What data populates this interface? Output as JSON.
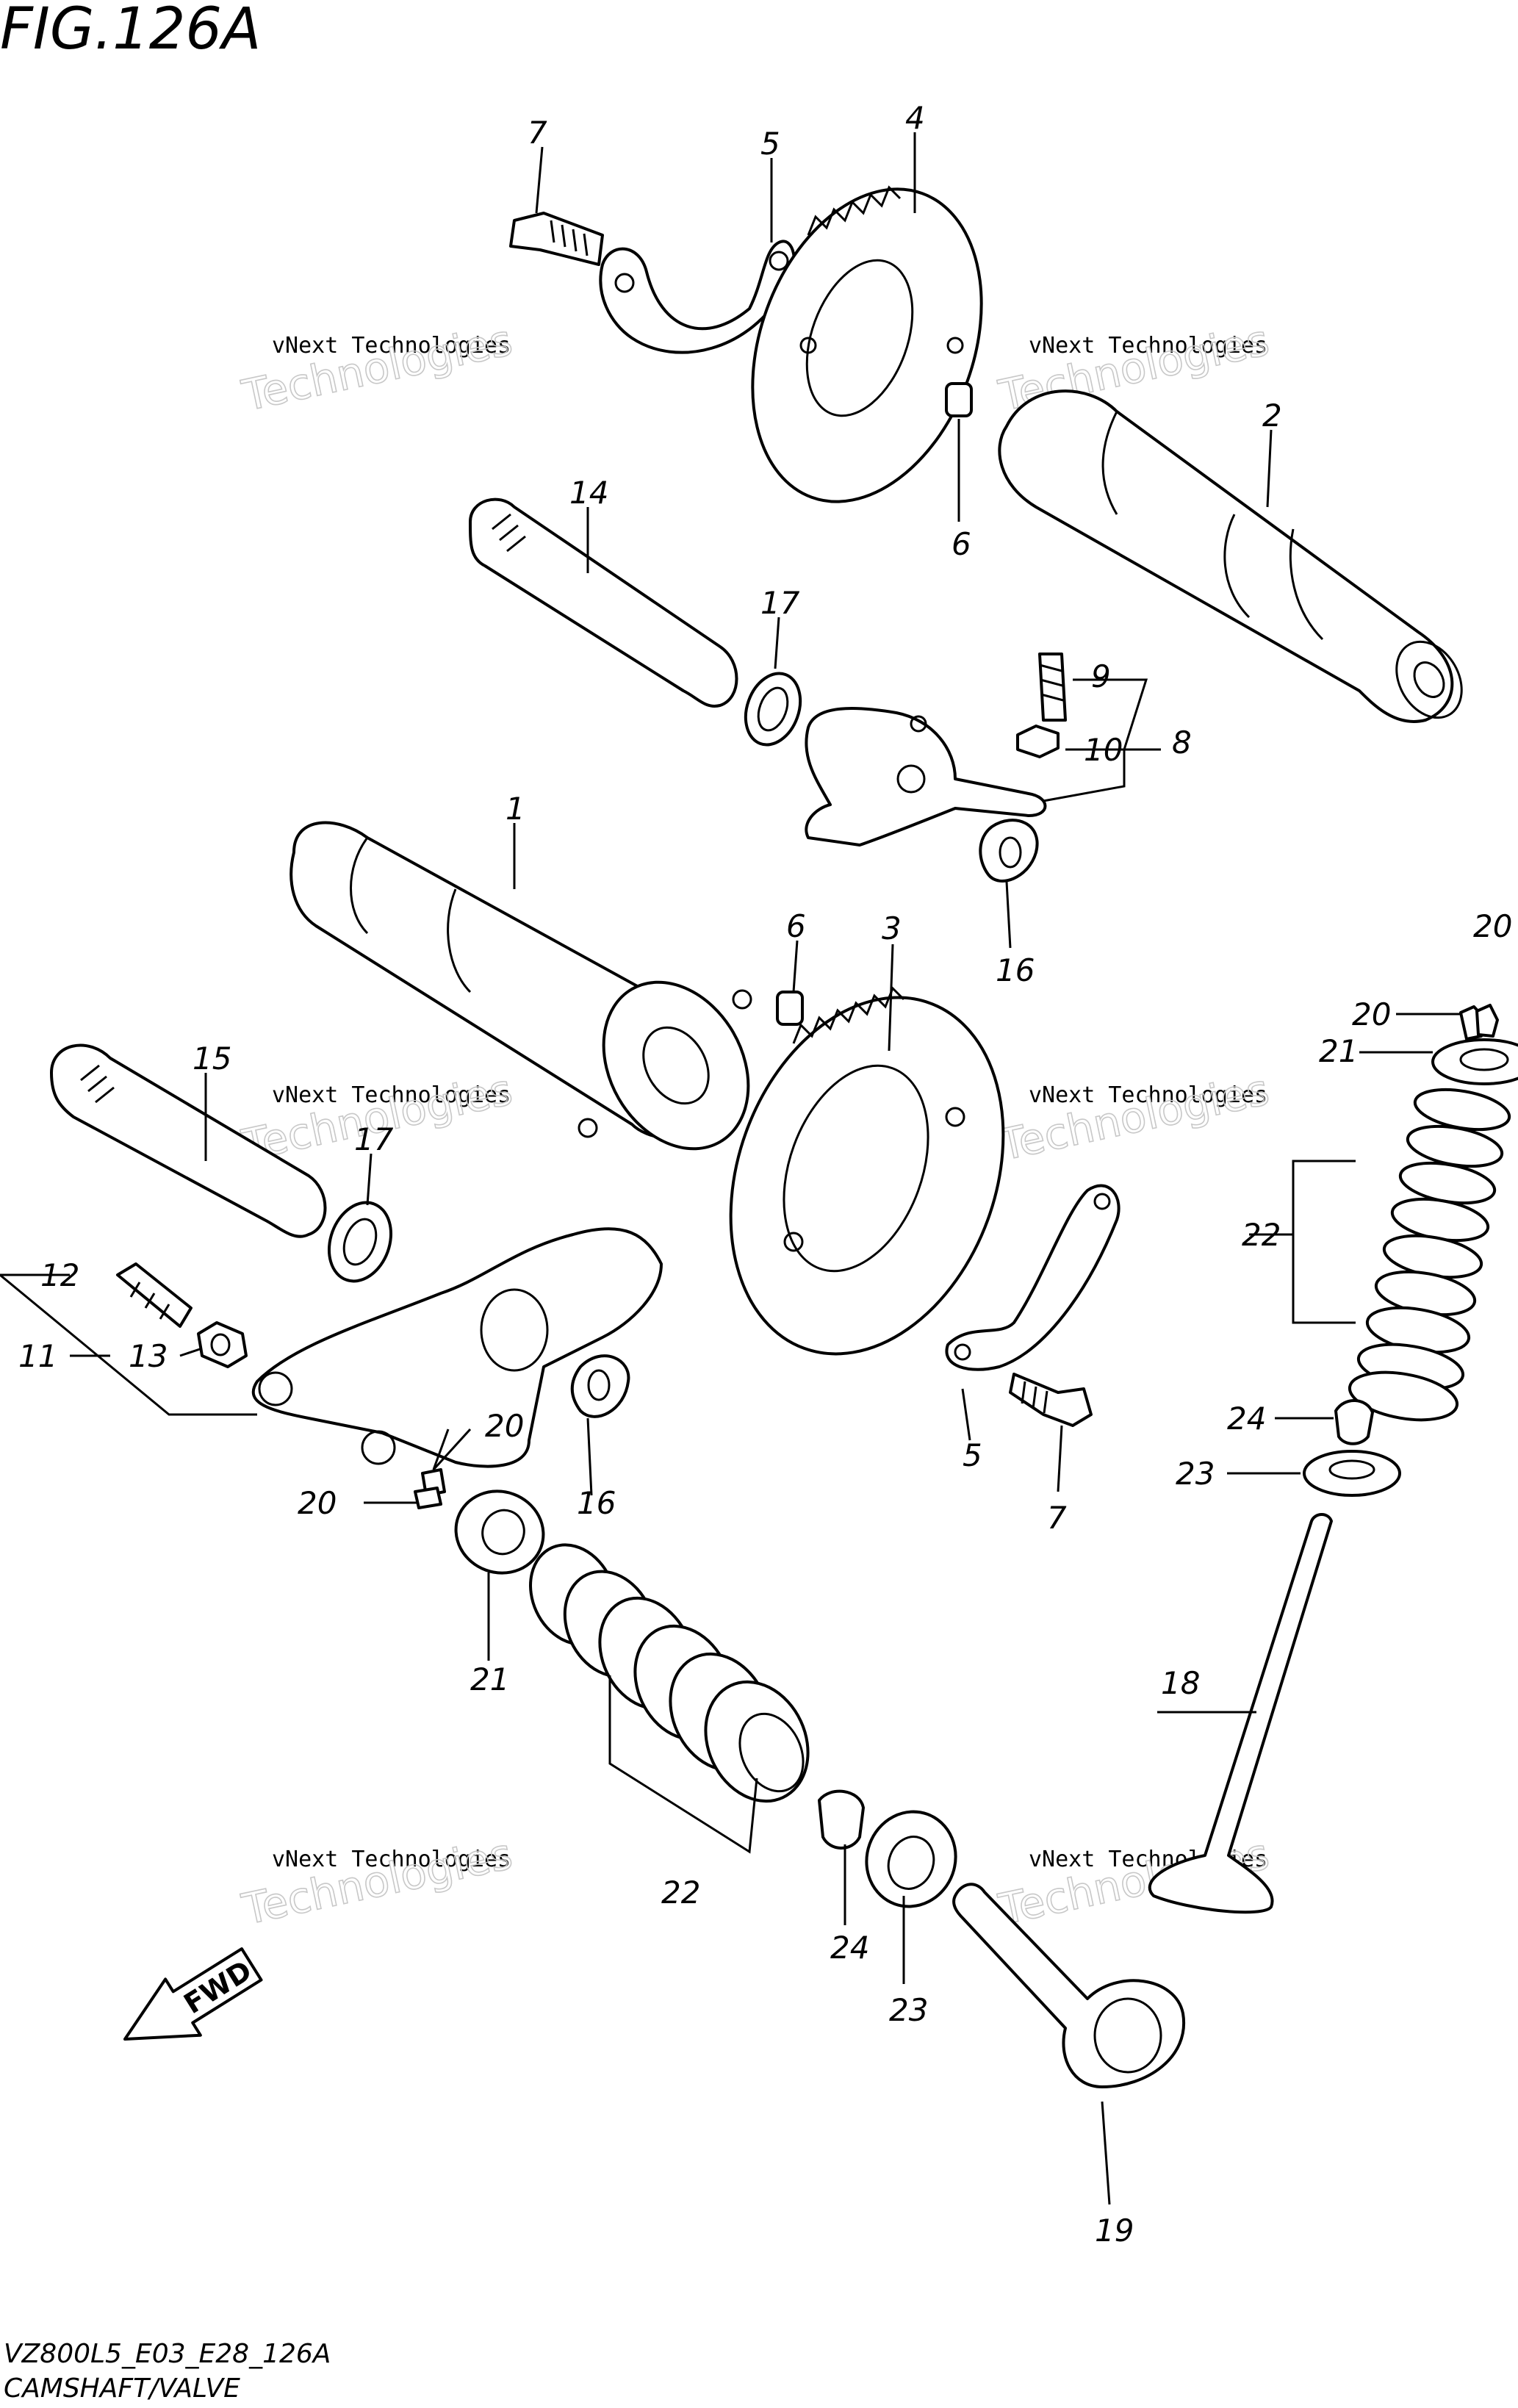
{
  "figure_title": "FIG.126A",
  "drawing_code": "VZ800L5_E03_E28_126A",
  "section_name": "CAMSHAFT/VALVE",
  "direction_marker": "FWD",
  "watermark": {
    "line1": "vNext Technologies",
    "line2": "Technologies"
  },
  "parts": [
    {
      "ref": "1"
    },
    {
      "ref": "2"
    },
    {
      "ref": "3"
    },
    {
      "ref": "4"
    },
    {
      "ref": "5"
    },
    {
      "ref": "6"
    },
    {
      "ref": "7"
    },
    {
      "ref": "8"
    },
    {
      "ref": "9"
    },
    {
      "ref": "10"
    },
    {
      "ref": "11"
    },
    {
      "ref": "12"
    },
    {
      "ref": "13"
    },
    {
      "ref": "14"
    },
    {
      "ref": "15"
    },
    {
      "ref": "16"
    },
    {
      "ref": "17"
    },
    {
      "ref": "18"
    },
    {
      "ref": "19"
    },
    {
      "ref": "20"
    },
    {
      "ref": "21"
    },
    {
      "ref": "22"
    },
    {
      "ref": "23"
    },
    {
      "ref": "24"
    }
  ]
}
